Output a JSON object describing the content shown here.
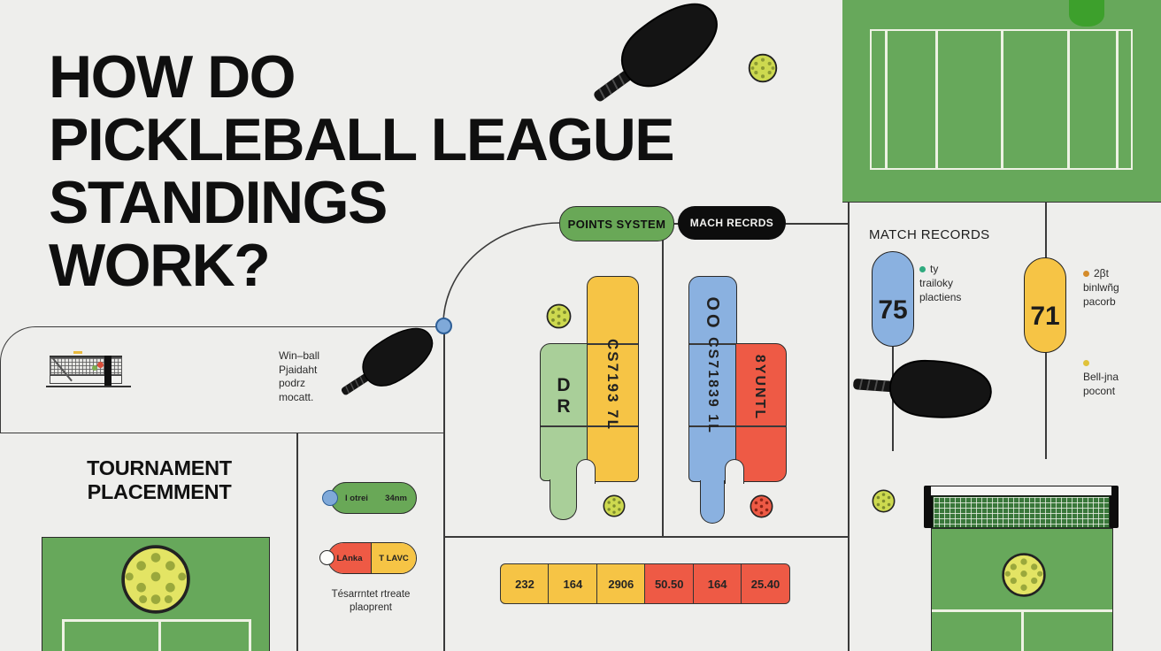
{
  "palette": {
    "background": "#eeeeec",
    "green": "#69a857",
    "court_green": "#67a85b",
    "light_green": "#a9cf99",
    "yellow": "#f6c445",
    "blue": "#8ab1e0",
    "red": "#ee5a45",
    "ball": "#cdd94f",
    "ink": "#0f0f0f"
  },
  "title": {
    "lines": [
      "HOW DO",
      "PICKLEBALL LEAGUE",
      "STANDINGS",
      "WORK?"
    ]
  },
  "flow": {
    "points_pill": "POINTS SYSTEM",
    "records_pill": "MACH RECRDS"
  },
  "points_panel": {
    "left_piece": {
      "letter_top": "D",
      "letter_bottom": "R",
      "side_label": "CS7193 7L"
    },
    "right_piece": {
      "top_label": "OO",
      "side_label": "CS71839 1L",
      "red_label": "8YUNTL"
    },
    "scores": [
      "232",
      "164",
      "2906",
      "50.50",
      "164",
      "25.40"
    ]
  },
  "records_panel": {
    "heading": "MATCH RECORDS",
    "stat_blue": "75",
    "stat_yellow": "71",
    "note_blue": [
      "ty",
      "trailoky",
      "plactiens"
    ],
    "note_yellow": [
      "2βt",
      "binlwñg",
      "pacorb"
    ],
    "note_bottom": [
      "Bell-jna",
      "pocont"
    ]
  },
  "tournament_panel": {
    "heading": [
      "TOURNAMENT",
      "PLACEMMENT"
    ],
    "win_note": [
      "Win–ball",
      "Pjaidaht",
      "podrz",
      "mocatt."
    ],
    "pill_green": {
      "left": "I otrei",
      "right": "34nm"
    },
    "pill_split": {
      "left": "LAnka",
      "right": "T LAVC"
    },
    "caption": [
      "Tésarrntet rtreate",
      "plaoprent"
    ]
  }
}
